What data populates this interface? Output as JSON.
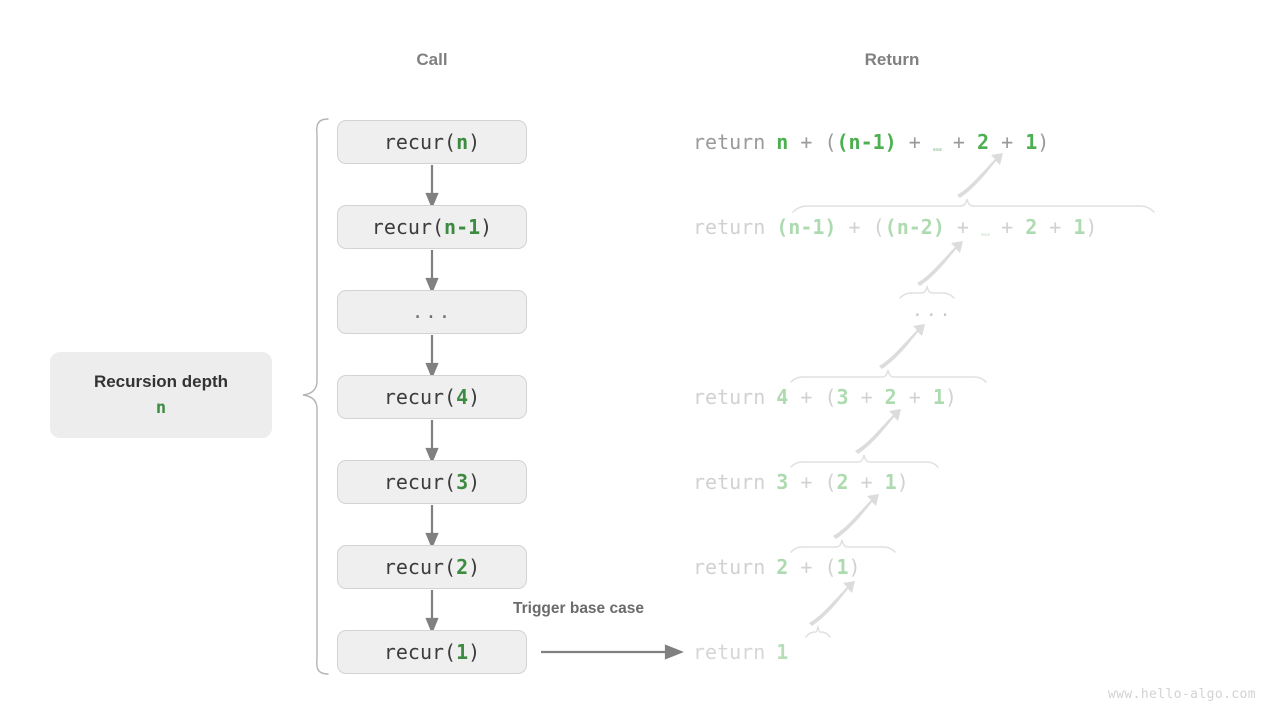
{
  "headers": {
    "call": "Call",
    "return": "Return"
  },
  "depth_pill": {
    "title": "Recursion depth",
    "value": "n"
  },
  "trigger": {
    "label": "Trigger base case"
  },
  "watermark": {
    "text": "www.hello-algo.com"
  },
  "call_stack": [
    {
      "prefix": "recur(",
      "arg": "n",
      "suffix": ")",
      "is_ellipsis": false
    },
    {
      "prefix": "recur(",
      "arg": "n-1",
      "suffix": ")",
      "is_ellipsis": false
    },
    {
      "prefix": "",
      "arg": "...",
      "suffix": "",
      "is_ellipsis": true
    },
    {
      "prefix": "recur(",
      "arg": "4",
      "suffix": ")",
      "is_ellipsis": false
    },
    {
      "prefix": "recur(",
      "arg": "3",
      "suffix": ")",
      "is_ellipsis": false
    },
    {
      "prefix": "recur(",
      "arg": "2",
      "suffix": ")",
      "is_ellipsis": false
    },
    {
      "prefix": "recur(",
      "arg": "1",
      "suffix": ")",
      "is_ellipsis": false
    }
  ],
  "returns": [
    {
      "keyword": "return",
      "expression": "n + ((n-1) + … + 2 + 1)",
      "is_ellipsis_row": false
    },
    {
      "keyword": "return",
      "expression": "(n-1) + ((n-2) + … + 2 + 1)",
      "is_ellipsis_row": false
    },
    {
      "keyword": "",
      "expression": "...",
      "is_ellipsis_row": true
    },
    {
      "keyword": "return",
      "expression": "4 + (3 + 2 + 1)",
      "is_ellipsis_row": false
    },
    {
      "keyword": "return",
      "expression": "3 + (2 + 1)",
      "is_ellipsis_row": false
    },
    {
      "keyword": "return",
      "expression": "2 + (1)",
      "is_ellipsis_row": false
    },
    {
      "keyword": "return",
      "expression": "1",
      "is_ellipsis_row": false
    }
  ],
  "colors": {
    "green": "#3d8b40",
    "green_faded": "#4caf50",
    "box_fill": "#efefef",
    "box_border": "#d3d3d3",
    "arrow": "#808080",
    "text_gray": "#9a9a9a",
    "pill_fill": "#ededed"
  }
}
